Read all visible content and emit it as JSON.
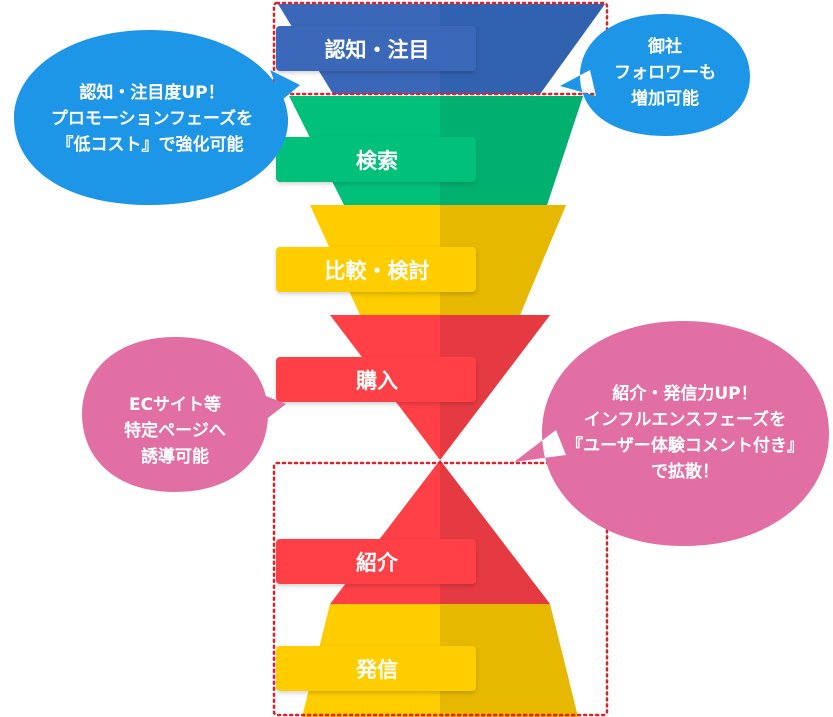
{
  "funnel": {
    "stages": [
      {
        "label": "認知・注目",
        "color": "#3a67b8",
        "shade": "#3162b0"
      },
      {
        "label": "検索",
        "color": "#00c07a",
        "shade": "#00b06f"
      },
      {
        "label": "比較・検討",
        "color": "#ffcd00",
        "shade": "#e6b800"
      },
      {
        "label": "購入",
        "color": "#ff4047",
        "shade": "#e53a41"
      }
    ]
  },
  "inverse": {
    "stages": [
      {
        "label": "紹介",
        "color": "#ff4047",
        "shade": "#e53a41"
      },
      {
        "label": "発信",
        "color": "#ffcd00",
        "shade": "#e6b800"
      }
    ]
  },
  "bubbles": {
    "awareness": {
      "lines": [
        "認知・注目度UP！",
        "プロモーションフェーズを",
        "『低コスト』で強化可能"
      ],
      "color": "#1e96e8"
    },
    "followers": {
      "lines": [
        "御社",
        "フォロワーも",
        "増加可能"
      ],
      "color": "#1e96e8"
    },
    "ec": {
      "lines": [
        "ECサイト等",
        "特定ページへ",
        "誘導可能"
      ],
      "color": "#e16fa4"
    },
    "influence": {
      "lines": [
        "紹介・発信力UP！",
        "インフルエンスフェーズを",
        "『ユーザー体験コメント付き』",
        "で拡散！"
      ],
      "color": "#e16fa4"
    }
  },
  "highlight_color": "#e0202a"
}
